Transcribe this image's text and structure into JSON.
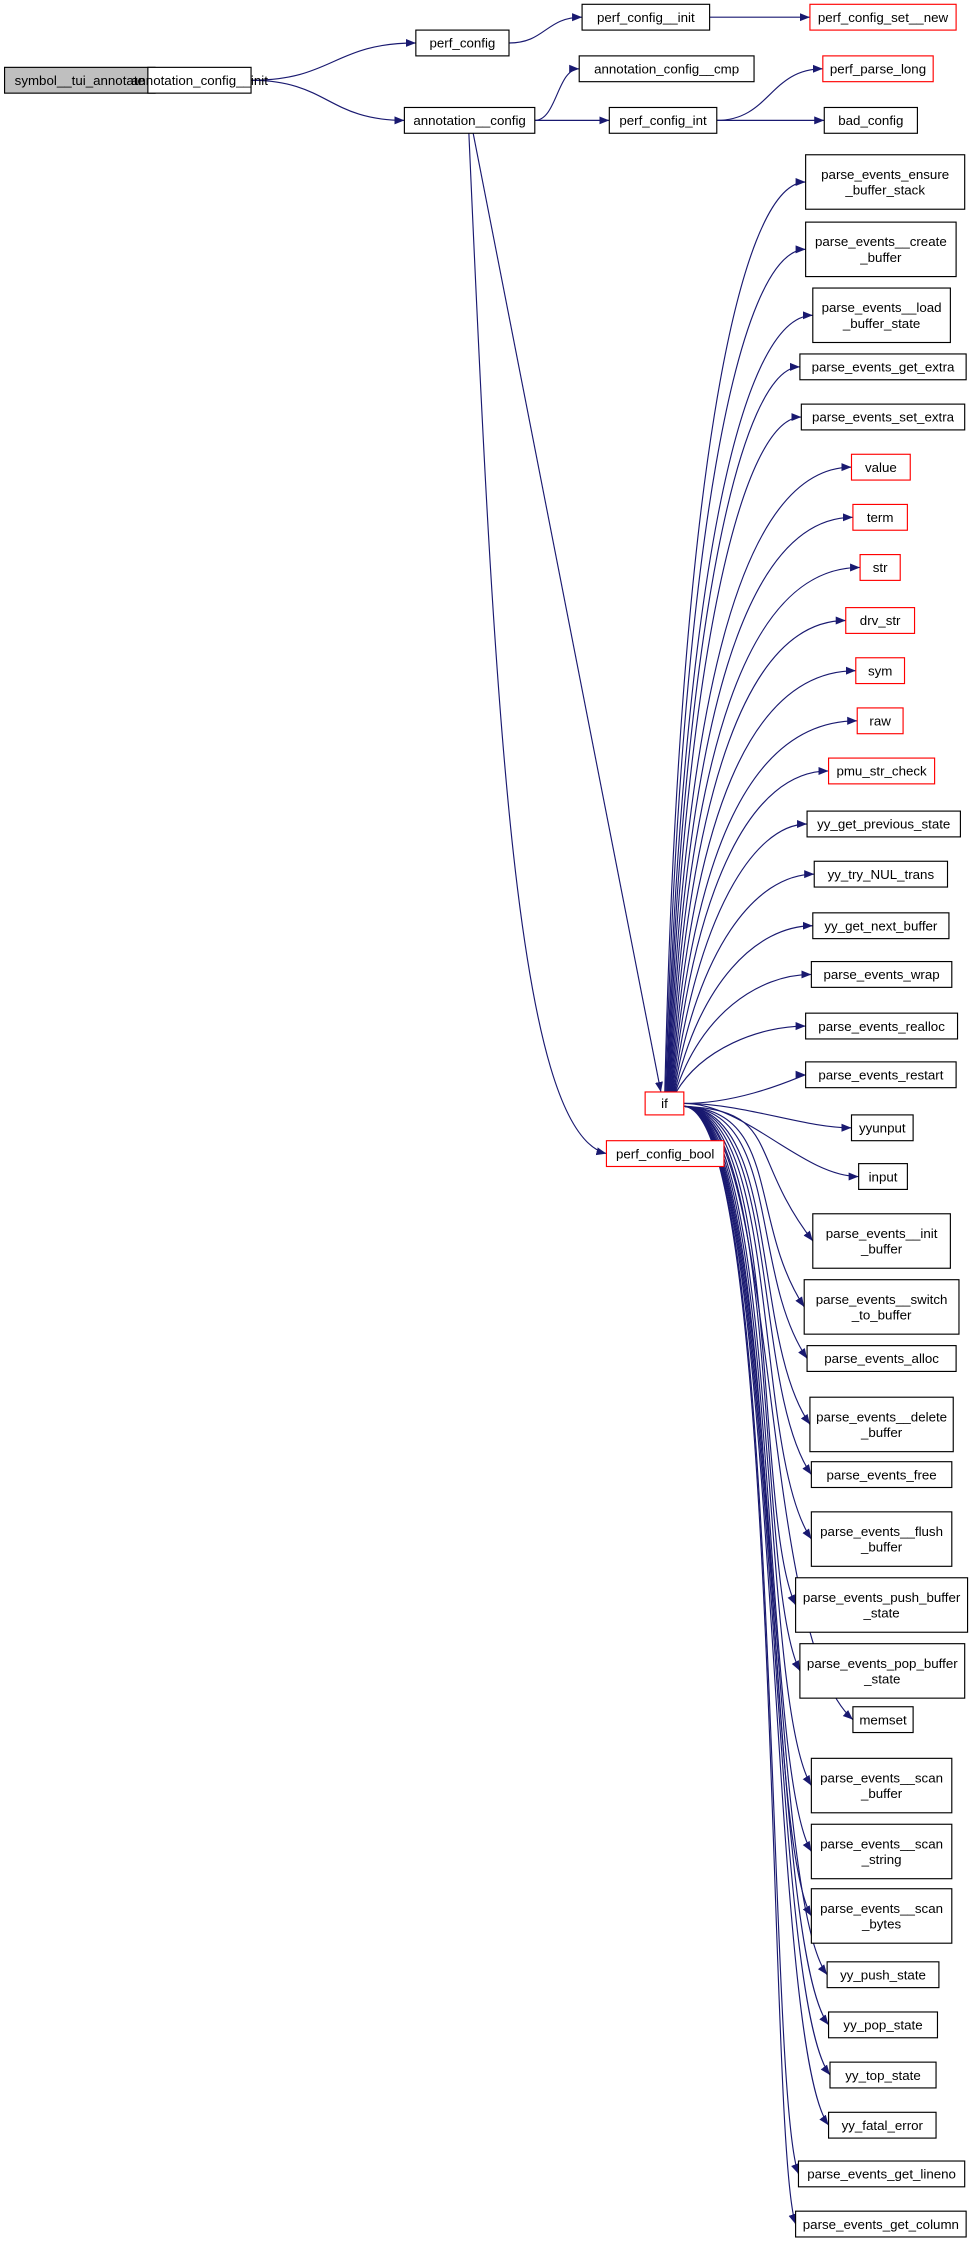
{
  "colors": {
    "edge": "#191970",
    "red_border": "#ff0000",
    "root_fill": "#bfbfbf"
  },
  "nodes": [
    {
      "id": "root",
      "label": "symbol__tui_annotate",
      "style": "root"
    },
    {
      "id": "aci",
      "label": "annotation_config__init",
      "style": "normal"
    },
    {
      "id": "pc",
      "label": "perf_config",
      "style": "normal"
    },
    {
      "id": "pci",
      "label": "perf_config__init",
      "style": "normal"
    },
    {
      "id": "pcsn",
      "label": "perf_config_set__new",
      "style": "red"
    },
    {
      "id": "ac",
      "label": "annotation__config",
      "style": "normal"
    },
    {
      "id": "acc",
      "label": "annotation_config__cmp",
      "style": "normal"
    },
    {
      "id": "pcint",
      "label": "perf_config_int",
      "style": "normal"
    },
    {
      "id": "ppl",
      "label": "perf_parse_long",
      "style": "red"
    },
    {
      "id": "bc",
      "label": "bad_config",
      "style": "normal"
    },
    {
      "id": "if",
      "label": "if",
      "style": "red"
    },
    {
      "id": "pcb",
      "label": "perf_config_bool",
      "style": "red"
    },
    {
      "id": "r0",
      "label": "parse_events_ensure\n_buffer_stack",
      "style": "normal"
    },
    {
      "id": "r1",
      "label": "parse_events__create\n_buffer",
      "style": "normal"
    },
    {
      "id": "r2",
      "label": "parse_events__load\n_buffer_state",
      "style": "normal"
    },
    {
      "id": "r3",
      "label": "parse_events_get_extra",
      "style": "normal"
    },
    {
      "id": "r4",
      "label": "parse_events_set_extra",
      "style": "normal"
    },
    {
      "id": "r5",
      "label": "value",
      "style": "red"
    },
    {
      "id": "r6",
      "label": "term",
      "style": "red"
    },
    {
      "id": "r7",
      "label": "str",
      "style": "red"
    },
    {
      "id": "r8",
      "label": "drv_str",
      "style": "red"
    },
    {
      "id": "r9",
      "label": "sym",
      "style": "red"
    },
    {
      "id": "r10",
      "label": "raw",
      "style": "red"
    },
    {
      "id": "r11",
      "label": "pmu_str_check",
      "style": "red"
    },
    {
      "id": "r12",
      "label": "yy_get_previous_state",
      "style": "normal"
    },
    {
      "id": "r13",
      "label": "yy_try_NUL_trans",
      "style": "normal"
    },
    {
      "id": "r14",
      "label": "yy_get_next_buffer",
      "style": "normal"
    },
    {
      "id": "r15",
      "label": "parse_events_wrap",
      "style": "normal"
    },
    {
      "id": "r16",
      "label": "parse_events_realloc",
      "style": "normal"
    },
    {
      "id": "r17",
      "label": "parse_events_restart",
      "style": "normal"
    },
    {
      "id": "r18",
      "label": "yyunput",
      "style": "normal"
    },
    {
      "id": "r19",
      "label": "input",
      "style": "normal"
    },
    {
      "id": "r20",
      "label": "parse_events__init\n_buffer",
      "style": "normal"
    },
    {
      "id": "r21",
      "label": "parse_events__switch\n_to_buffer",
      "style": "normal"
    },
    {
      "id": "r22",
      "label": "parse_events_alloc",
      "style": "normal"
    },
    {
      "id": "r23",
      "label": "parse_events__delete\n_buffer",
      "style": "normal"
    },
    {
      "id": "r24",
      "label": "parse_events_free",
      "style": "normal"
    },
    {
      "id": "r25",
      "label": "parse_events__flush\n_buffer",
      "style": "normal"
    },
    {
      "id": "r26",
      "label": "parse_events_push_buffer\n_state",
      "style": "normal"
    },
    {
      "id": "r27",
      "label": "parse_events_pop_buffer\n_state",
      "style": "normal"
    },
    {
      "id": "r28",
      "label": "memset",
      "style": "normal"
    },
    {
      "id": "r29",
      "label": "parse_events__scan\n_buffer",
      "style": "normal"
    },
    {
      "id": "r30",
      "label": "parse_events__scan\n_string",
      "style": "normal"
    },
    {
      "id": "r31",
      "label": "parse_events__scan\n_bytes",
      "style": "normal"
    },
    {
      "id": "r32",
      "label": "yy_push_state",
      "style": "normal"
    },
    {
      "id": "r33",
      "label": "yy_pop_state",
      "style": "normal"
    },
    {
      "id": "r34",
      "label": "yy_top_state",
      "style": "normal"
    },
    {
      "id": "r35",
      "label": "yy_fatal_error",
      "style": "normal"
    },
    {
      "id": "r36",
      "label": "parse_events_get_lineno",
      "style": "normal"
    },
    {
      "id": "r37",
      "label": "parse_events_get_column",
      "style": "normal"
    }
  ],
  "edges": [
    [
      "root",
      "aci"
    ],
    [
      "aci",
      "pc"
    ],
    [
      "aci",
      "ac"
    ],
    [
      "pc",
      "pci"
    ],
    [
      "pci",
      "pcsn"
    ],
    [
      "ac",
      "acc"
    ],
    [
      "ac",
      "pcint"
    ],
    [
      "pcint",
      "ppl"
    ],
    [
      "pcint",
      "bc"
    ],
    [
      "ac",
      "if"
    ],
    [
      "ac",
      "pcb"
    ],
    [
      "if",
      "r0"
    ],
    [
      "if",
      "r1"
    ],
    [
      "if",
      "r2"
    ],
    [
      "if",
      "r3"
    ],
    [
      "if",
      "r4"
    ],
    [
      "if",
      "r5"
    ],
    [
      "if",
      "r6"
    ],
    [
      "if",
      "r7"
    ],
    [
      "if",
      "r8"
    ],
    [
      "if",
      "r9"
    ],
    [
      "if",
      "r10"
    ],
    [
      "if",
      "r11"
    ],
    [
      "if",
      "r12"
    ],
    [
      "if",
      "r13"
    ],
    [
      "if",
      "r14"
    ],
    [
      "if",
      "r15"
    ],
    [
      "if",
      "r16"
    ],
    [
      "if",
      "r17"
    ],
    [
      "if",
      "r18"
    ],
    [
      "if",
      "r19"
    ],
    [
      "if",
      "r20"
    ],
    [
      "if",
      "r21"
    ],
    [
      "if",
      "r22"
    ],
    [
      "if",
      "r23"
    ],
    [
      "if",
      "r24"
    ],
    [
      "if",
      "r25"
    ],
    [
      "if",
      "r26"
    ],
    [
      "if",
      "r27"
    ],
    [
      "if",
      "r28"
    ],
    [
      "if",
      "r29"
    ],
    [
      "if",
      "r30"
    ],
    [
      "if",
      "r31"
    ],
    [
      "if",
      "r32"
    ],
    [
      "if",
      "r33"
    ],
    [
      "if",
      "r34"
    ],
    [
      "if",
      "r35"
    ],
    [
      "if",
      "r36"
    ],
    [
      "if",
      "r37"
    ]
  ]
}
